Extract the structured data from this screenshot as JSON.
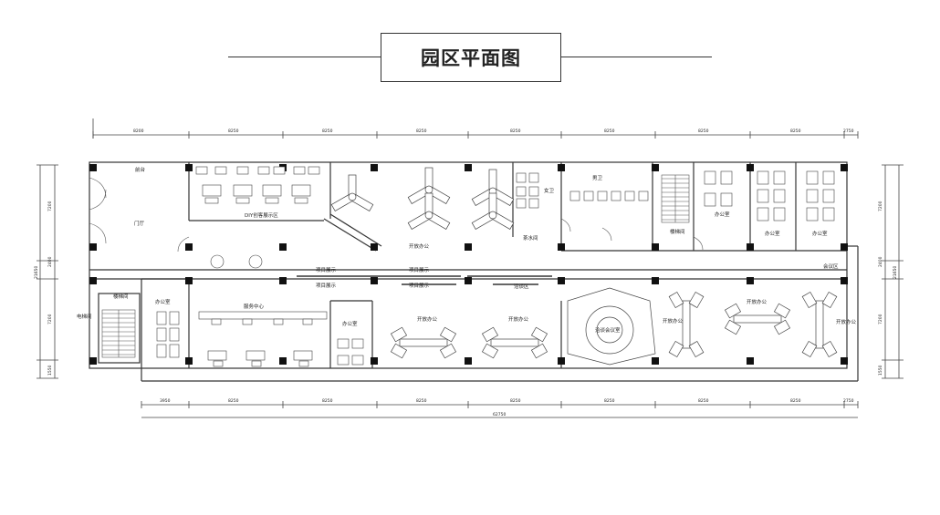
{
  "title": "园区平面图",
  "dimensions": {
    "top": [
      "8200",
      "8250",
      "8250",
      "8250",
      "8250",
      "8250",
      "8250",
      "8250",
      "2750"
    ],
    "bottom": [
      "3950",
      "8250",
      "8250",
      "8250",
      "8250",
      "8250",
      "8250",
      "8250",
      "2750"
    ],
    "bottom_total": "62750",
    "left": [
      "7200",
      "2400",
      "7200",
      "1550"
    ],
    "left_total": "21650",
    "right": [
      "7200",
      "2400",
      "7200",
      "1550"
    ],
    "right_total": "21650"
  },
  "rooms": {
    "reception": "前台",
    "foyer": "门厅",
    "diy": "DIY创客展示区",
    "open_office_1": "开放办公",
    "female_wc": "女卫",
    "male_wc": "男卫",
    "tea_room": "茶水间",
    "stair_top": "楼梯间",
    "office_r1": "办公室",
    "office_r2": "办公室",
    "office_r3": "办公室",
    "project_display_1": "项目展示",
    "project_display_2": "项目展示",
    "project_display_3": "项目展示",
    "project_display_4": "项目展示",
    "lounge": "洽谈区",
    "stair_left": "楼梯间",
    "elevator": "电梯间",
    "office_l": "办公室",
    "service_center": "服务中心",
    "office_m": "办公室",
    "open_office_2": "开放办公",
    "open_office_3": "开放办公",
    "meeting": "洽谈会议室",
    "open_office_4": "开放办公",
    "open_office_5": "开放办公",
    "open_office_6": "开放办公",
    "meeting_small": "会议区"
  }
}
